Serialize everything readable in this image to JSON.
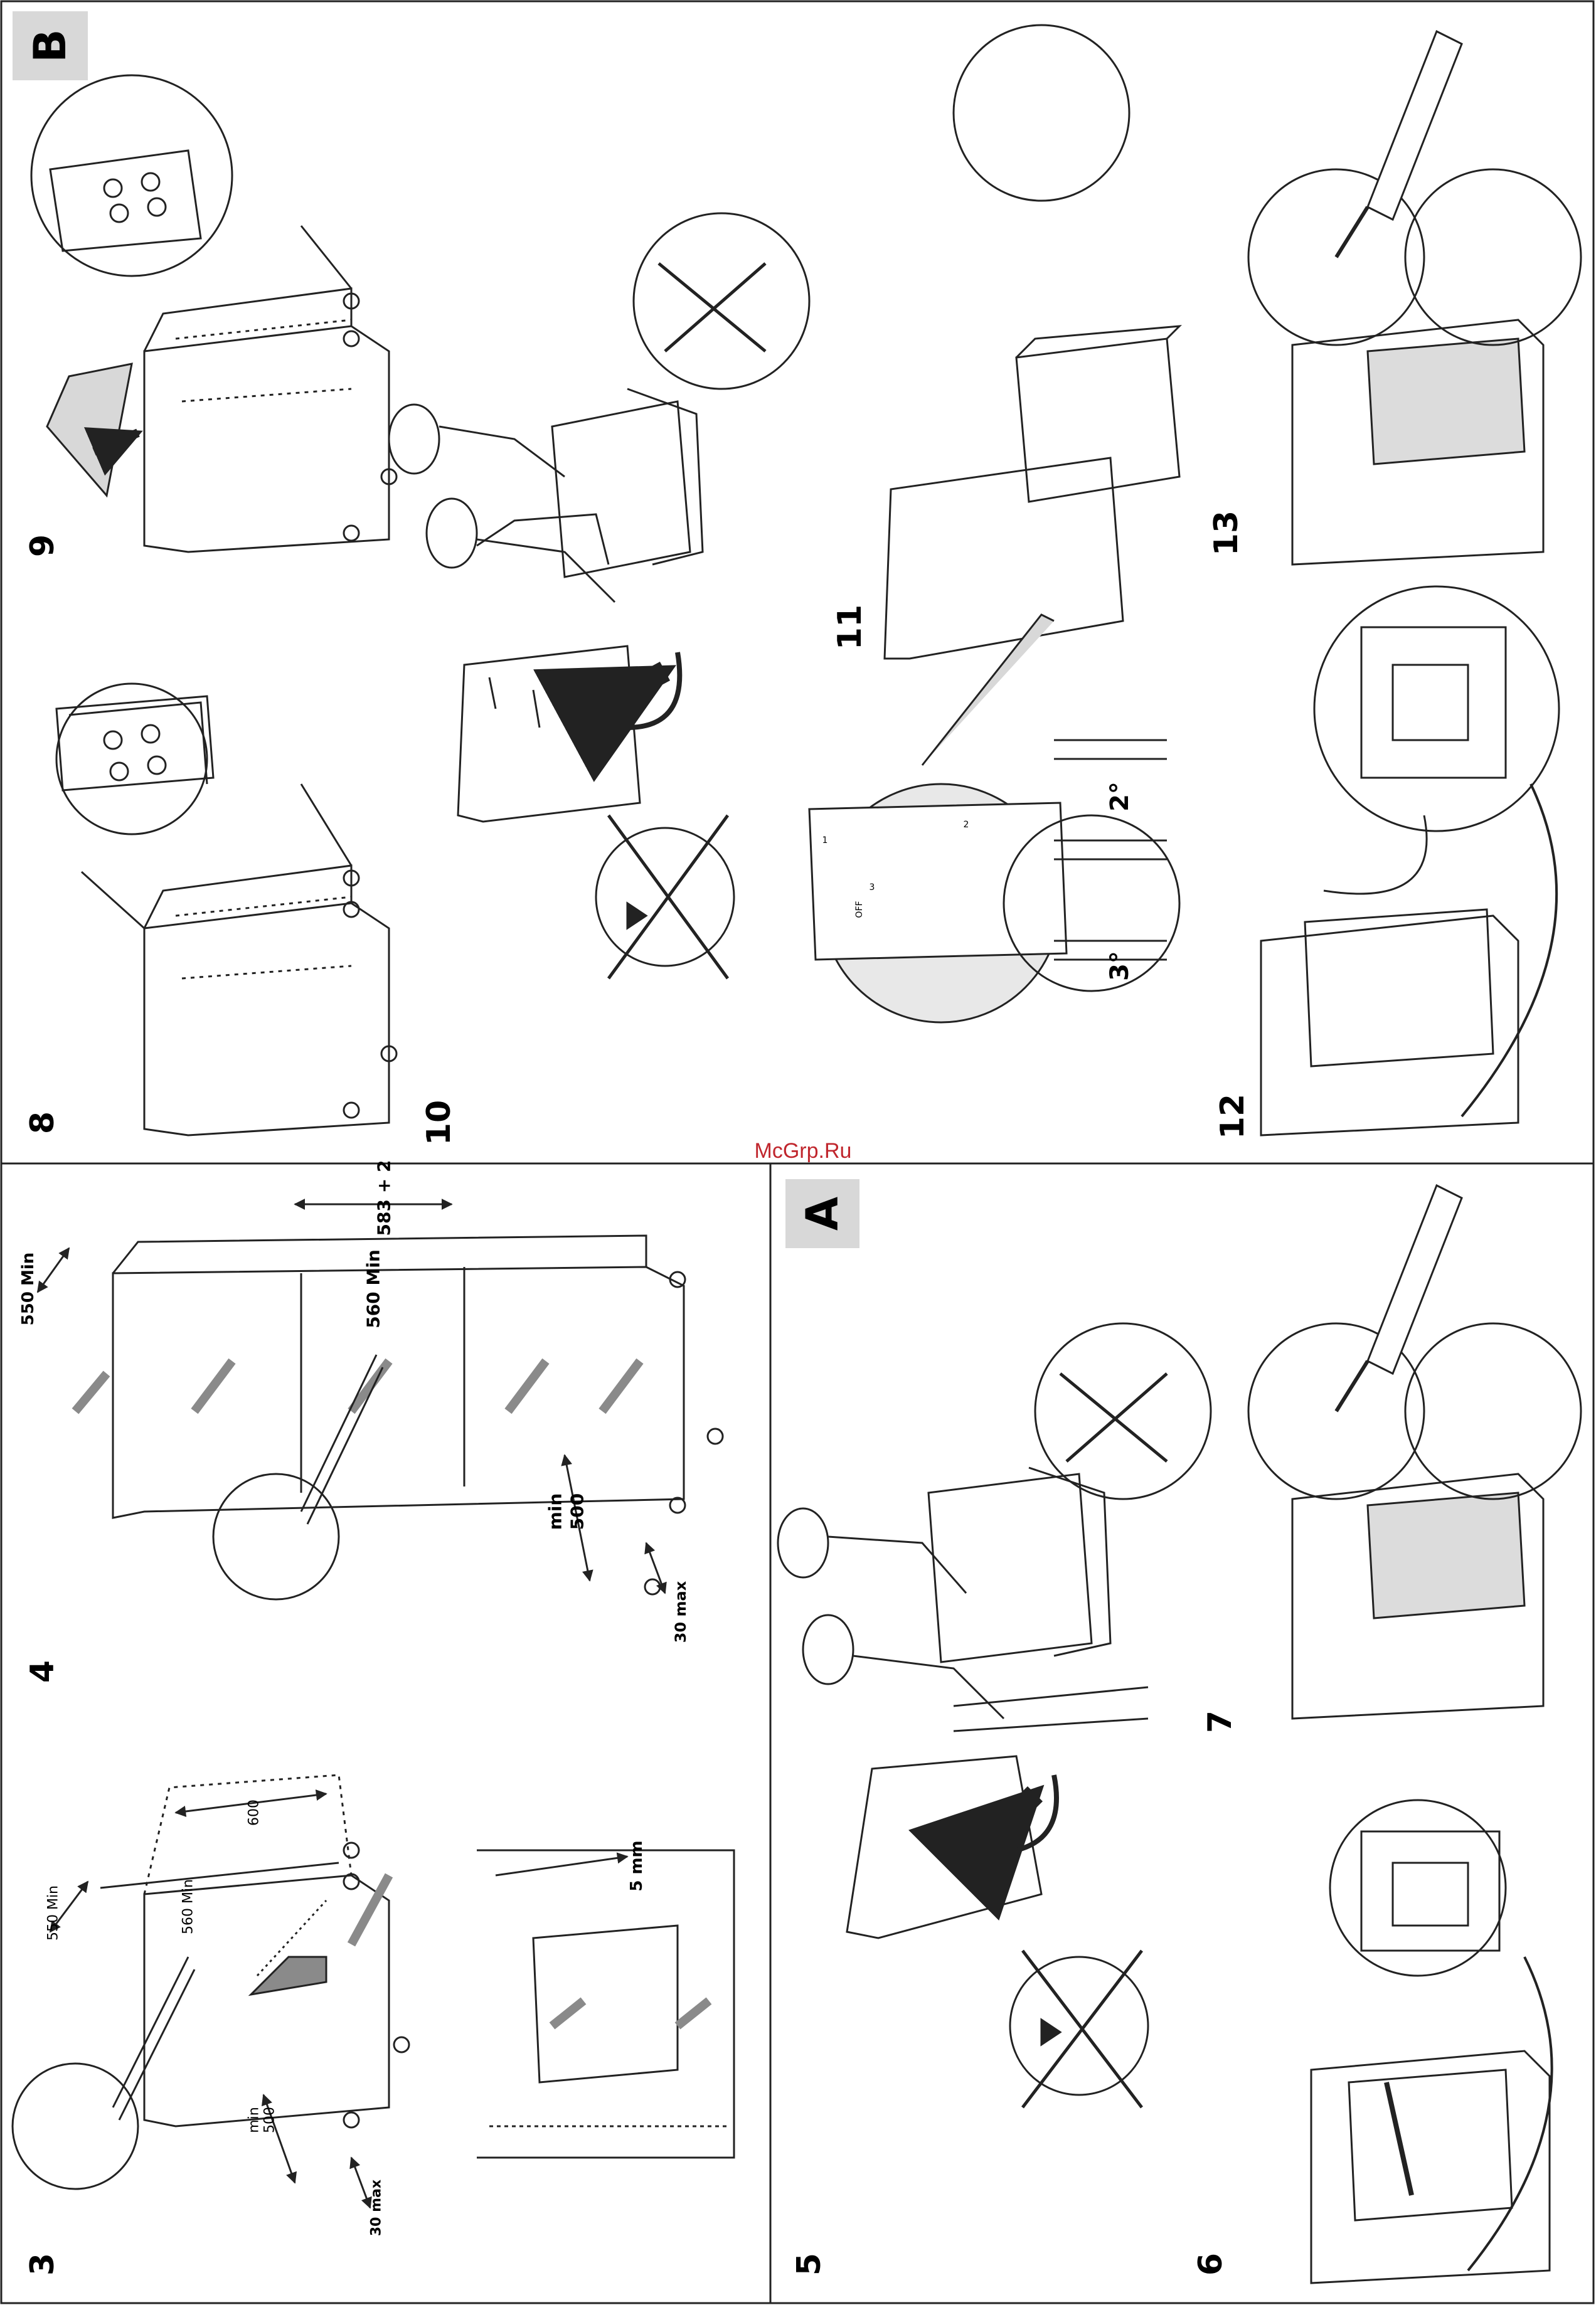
{
  "watermark": "McGrp.Ru",
  "colors": {
    "line": "#222222",
    "gray": "#8a8a8a",
    "lightgray": "#d8d8d8",
    "watermark": "#c0262d"
  },
  "sections": {
    "A": {
      "badge": "A",
      "steps": [
        "5",
        "6",
        "7"
      ]
    },
    "B": {
      "badge": "B",
      "steps": [
        "8",
        "9",
        "10",
        "11",
        "12",
        "13"
      ]
    },
    "left": {
      "steps": [
        "3",
        "4"
      ]
    }
  },
  "fig3": {
    "dim_600": "600",
    "dim_550": "550 Min",
    "dim_560": "560 Min",
    "dim_min": "min",
    "dim_500": "500",
    "dim_30": "30 max",
    "dim_5mm": "5 mm"
  },
  "fig4": {
    "dim_550": "550 Min",
    "dim_560": "560 Min",
    "dim_583": "583 + 2",
    "dim_min": "min",
    "dim_500": "500",
    "dim_30": "30 max"
  },
  "fig11": {
    "deg2": "2°",
    "deg3": "3°",
    "off": "OFF",
    "n1": "1",
    "n2": "2",
    "n3": "3"
  }
}
